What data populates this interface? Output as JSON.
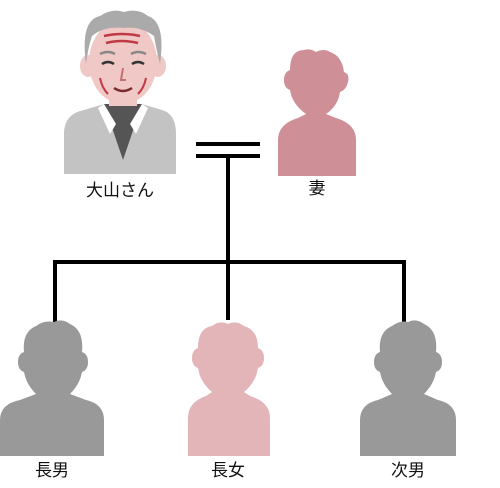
{
  "family_tree": {
    "grandfather": {
      "label": "大山さん",
      "icon": "elderly-man-icon"
    },
    "spouse": {
      "label": "妻",
      "icon": "woman-silhouette-icon"
    },
    "children": [
      {
        "label": "長男",
        "icon": "man-silhouette-icon"
      },
      {
        "label": "長女",
        "icon": "woman-silhouette-icon"
      },
      {
        "label": "次男",
        "icon": "man-silhouette-icon"
      }
    ],
    "colors": {
      "line": "#000000",
      "spouse": "#cf8f96",
      "daughter": "#e3b5b9",
      "son": "#999999",
      "jacket": "#c3c3c3",
      "skin": "#f0c8c5",
      "hair": "#aaaaaa"
    }
  }
}
